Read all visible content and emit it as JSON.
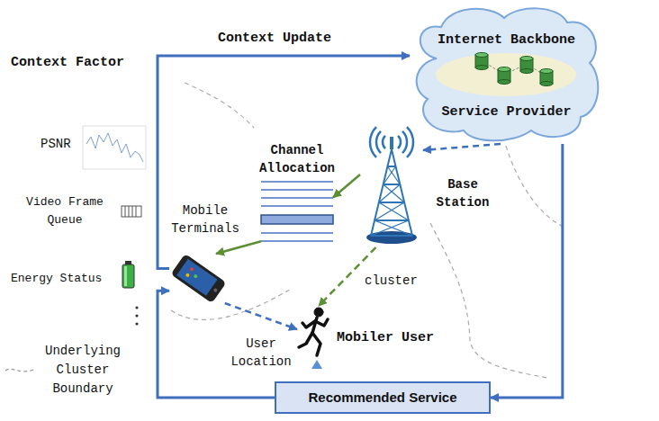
{
  "diagram": {
    "nodes": [
      {
        "text": [
          "Internet Backbone",
          "Service Provider"
        ]
      },
      {
        "text": [
          "Channel Allocation"
        ]
      },
      {
        "text": [
          "Base Station"
        ]
      },
      {
        "text": [
          "Mobile Terminals"
        ]
      },
      {
        "text": [
          "Mobiler User"
        ]
      },
      {
        "text": [
          "Recommended Service"
        ]
      }
    ],
    "edges": [
      {
        "from": 3,
        "to": 0,
        "arrow": "to",
        "label": "Context Update"
      },
      {
        "from": 0,
        "to": 5,
        "arrow": "to"
      },
      {
        "from": 5,
        "to": 3,
        "arrow": "to"
      },
      {
        "from": 0,
        "to": 2,
        "arrow": "to"
      },
      {
        "from": 2,
        "to": 1,
        "arrow": "to"
      },
      {
        "from": 1,
        "to": 3,
        "arrow": "to"
      },
      {
        "from": 2,
        "to": 4,
        "arrow": "to"
      },
      {
        "from": 3,
        "to": 4,
        "arrow": "to"
      }
    ],
    "labels": [
      "Context Factor",
      "PSNR",
      "Video Frame Queue",
      "Energy Status",
      "cluster",
      "User Location"
    ],
    "legend": [
      {
        "text": "Underlying Cluster Boundary"
      }
    ]
  }
}
